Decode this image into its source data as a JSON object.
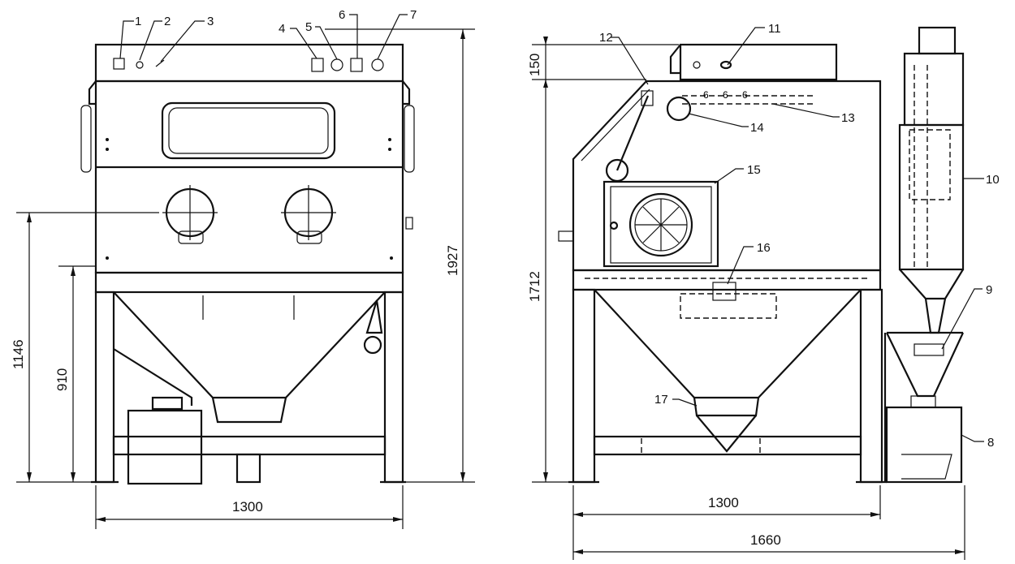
{
  "drawing": {
    "views": [
      "front-view",
      "side-view"
    ],
    "callouts": [
      "1",
      "2",
      "3",
      "4",
      "5",
      "6",
      "7",
      "8",
      "9",
      "10",
      "11",
      "12",
      "13",
      "14",
      "15",
      "16",
      "17"
    ],
    "dimensions": {
      "front_width": "1300",
      "front_total_height": "1927",
      "front_window_center_height": "1146",
      "front_hopper_base_height": "910",
      "side_width_cabinet": "1300",
      "side_total_width": "1660",
      "side_height": "1712",
      "side_top_panel": "150"
    }
  }
}
